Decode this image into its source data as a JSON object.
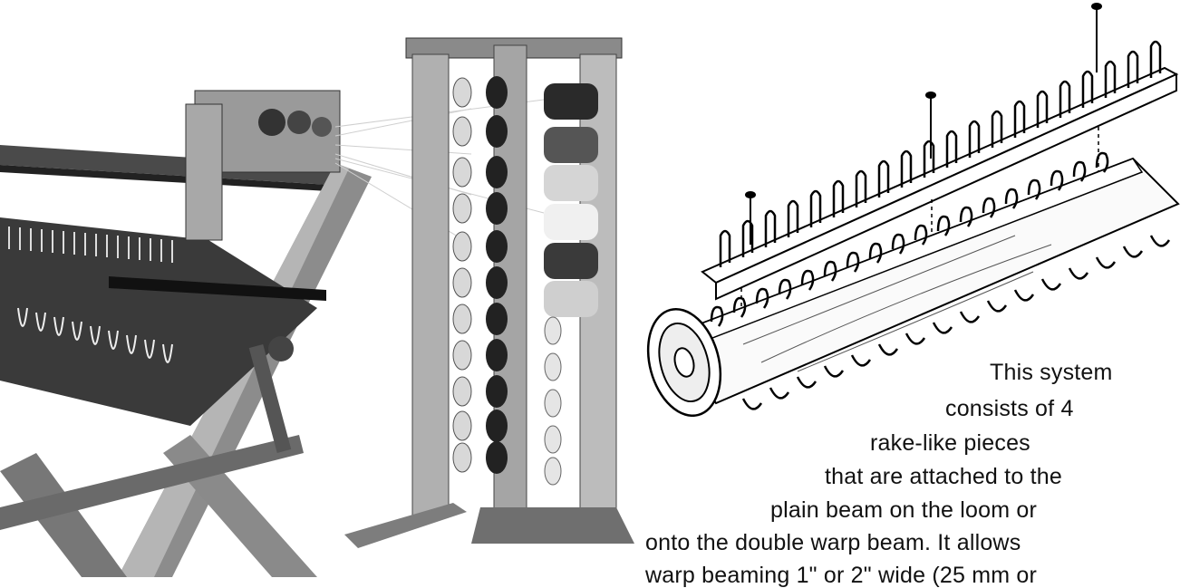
{
  "caption": {
    "lines": [
      "This system",
      "consists of 4",
      "rake-like pieces",
      "that are attached to the",
      "plain beam on the loom or",
      "onto the double warp beam.  It allows",
      "warp beaming 1\" or 2\" wide (25 mm or"
    ]
  },
  "figures": {
    "photo": "loom-with-spool-rack-photo",
    "drawing": "warp-beam-rake-exploded-drawing"
  }
}
